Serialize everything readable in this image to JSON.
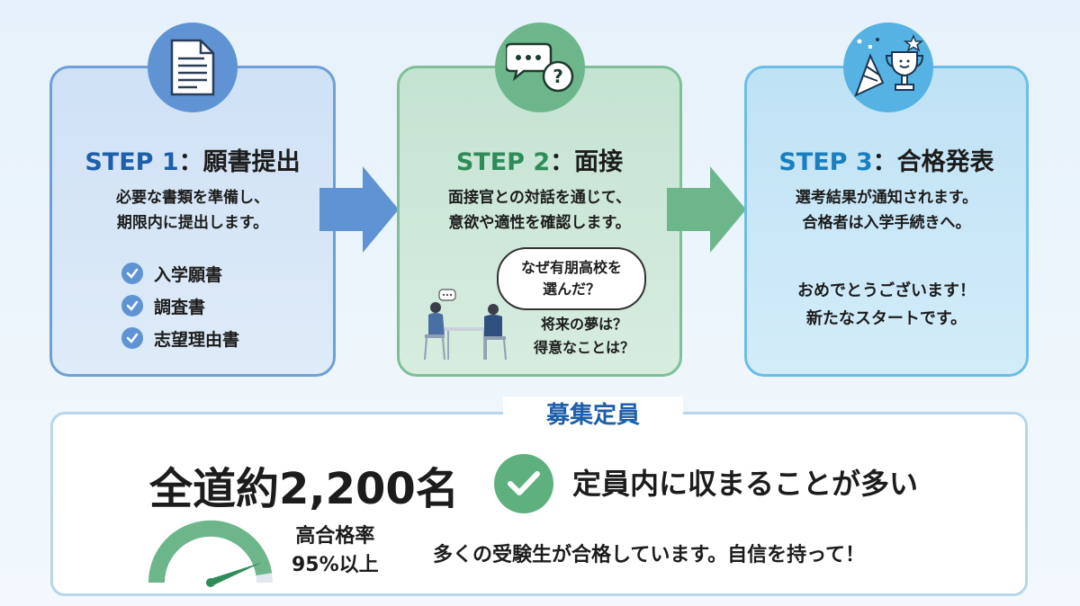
{
  "steps": [
    {
      "label": "STEP 1",
      "sep": "：",
      "title": "願書提出",
      "desc": [
        "必要な書類を準備し、",
        "期限内に提出します。"
      ],
      "icon": "document-icon",
      "checklist": [
        "入学願書",
        "調査書",
        "志望理由書"
      ]
    },
    {
      "label": "STEP 2",
      "sep": "：",
      "title": "面接",
      "desc": [
        "面接官との対話を通じて、",
        "意欲や適性を確認します。"
      ],
      "icon": "chat-bubbles-icon",
      "bubble": [
        "なぜ有朋高校を",
        "選んだ？"
      ],
      "questions": [
        "将来の夢は？",
        "得意なことは？"
      ]
    },
    {
      "label": "STEP 3",
      "sep": "：",
      "title": "合格発表",
      "desc": [
        "選考結果が通知されます。",
        "合格者は入学手続きへ。"
      ],
      "icon": "trophy-celebration-icon",
      "congrats": [
        "おめでとうございます！",
        "新たなスタートです。"
      ]
    }
  ],
  "capacity": {
    "title": "募集定員",
    "number": "全道約2,200名",
    "status": "定員内に収まることが多い",
    "rate_lines": [
      "高合格率",
      "95%以上"
    ],
    "rate_value": 0.95,
    "encourage": "多くの受験生が合格しています。自信を持って！"
  },
  "colors": {
    "step1": "#5f93d3",
    "step2": "#6db68b",
    "step3": "#55b2e2",
    "accent_blue": "#1f5ea8",
    "ok_green": "#5fb07f"
  }
}
